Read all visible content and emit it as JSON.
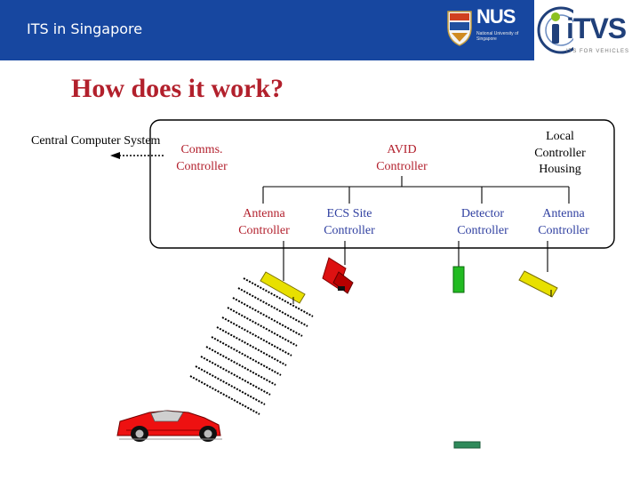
{
  "header": {
    "title": "ITS in Singapore",
    "nus_logo": {
      "name": "NUS",
      "subtitle": "National University of Singapore"
    },
    "itvs_logo": {
      "name": "iTVS",
      "tagline": "ITS FOR VEHICLES"
    }
  },
  "slide": {
    "title": "How does it work?"
  },
  "diagram": {
    "central_computer_system": "Central Computer System",
    "comms_controller": "Comms. Controller",
    "avid_controller": "AVID Controller",
    "local_controller_housing": "Local Controller Housing",
    "antenna_controller_1": "Antenna Controller",
    "ecs_site_controller": "ECS Site Controller",
    "detector_controller": "Detector Controller",
    "antenna_controller_2": "Antenna Controller"
  },
  "colors": {
    "header_blue": "#1747a0",
    "title_red": "#b2202c",
    "label_red": "#b21f2c",
    "label_blue": "#2f3fa0",
    "antenna_yellow": "#e8e000",
    "detector_green": "#22bb22",
    "camera_red": "#dd1111",
    "car_red": "#ee1111",
    "road_sensor_green": "#2e8a5a"
  },
  "icons": [
    "nus-crest-icon",
    "itvs-emblem-icon",
    "antenna-icon",
    "camera-icon",
    "detector-icon",
    "car-icon",
    "road-sensor-icon"
  ]
}
